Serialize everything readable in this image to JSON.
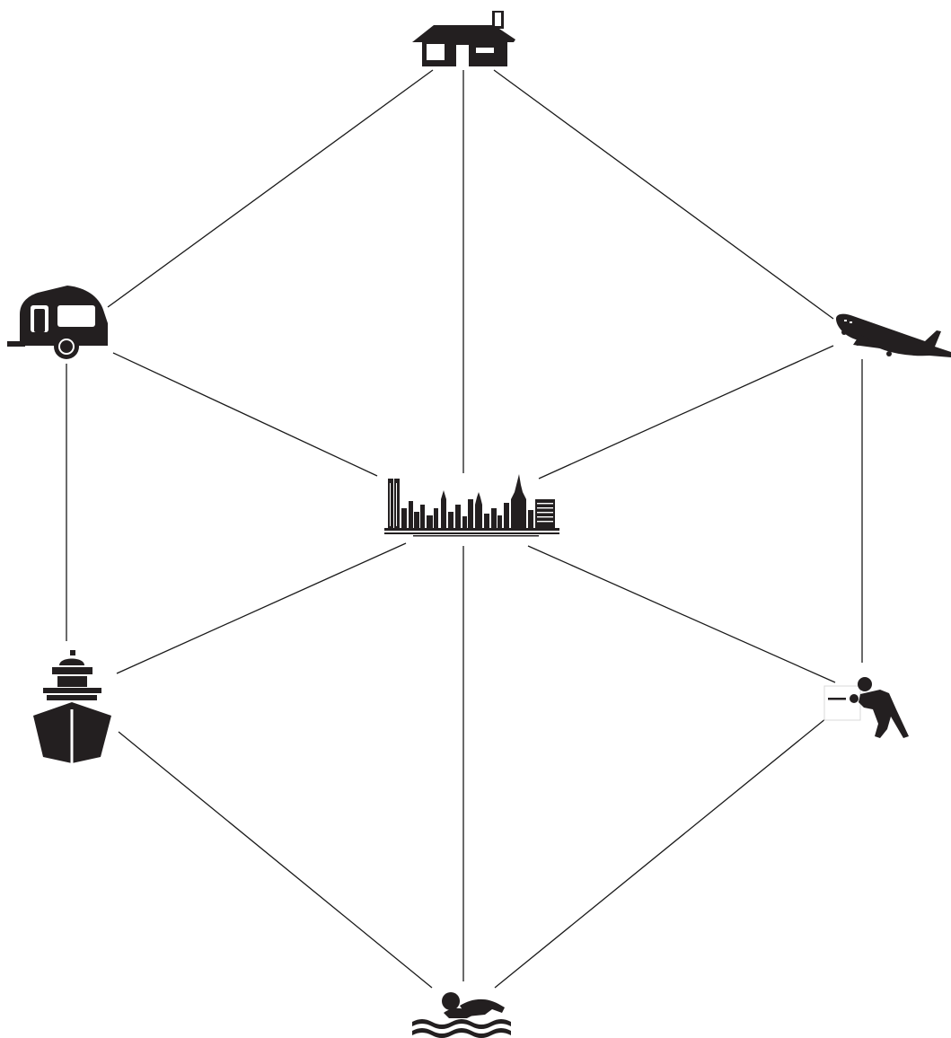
{
  "diagram": {
    "type": "hub-and-ring network",
    "nodes": [
      {
        "id": "city",
        "icon": "city-skyline-icon",
        "role": "hub"
      },
      {
        "id": "house",
        "icon": "house-icon"
      },
      {
        "id": "airplane",
        "icon": "airplane-icon"
      },
      {
        "id": "hitchhiker",
        "icon": "hitchhiker-with-sign-icon"
      },
      {
        "id": "swimmer",
        "icon": "swimmer-icon"
      },
      {
        "id": "ship",
        "icon": "ship-icon"
      },
      {
        "id": "caravan",
        "icon": "caravan-trailer-icon"
      }
    ],
    "edges": [
      [
        "city",
        "house"
      ],
      [
        "city",
        "airplane"
      ],
      [
        "city",
        "hitchhiker"
      ],
      [
        "city",
        "swimmer"
      ],
      [
        "city",
        "ship"
      ],
      [
        "city",
        "caravan"
      ],
      [
        "house",
        "airplane"
      ],
      [
        "airplane",
        "hitchhiker"
      ],
      [
        "hitchhiker",
        "swimmer"
      ],
      [
        "swimmer",
        "ship"
      ],
      [
        "ship",
        "caravan"
      ],
      [
        "caravan",
        "house"
      ]
    ],
    "colors": {
      "line": "#1a1a1a",
      "icon": "#231f20",
      "background": "#ffffff"
    }
  }
}
